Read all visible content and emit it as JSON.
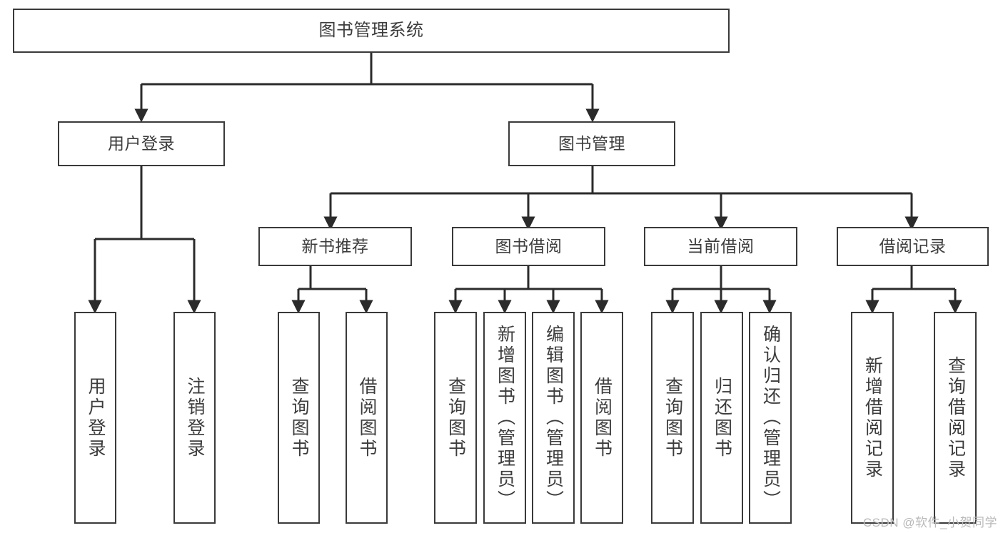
{
  "title": "图书管理系统",
  "watermark": "CSDN @软件_小贺同学",
  "colors": {
    "background": "#ffffff",
    "node_border": "#3a3a3a",
    "node_fill": "#ffffff",
    "edge": "#2b2b2b",
    "text": "#3c3c3c",
    "watermark": "#b9b9b9"
  },
  "nodes": {
    "root": {
      "label": "图书管理系统"
    },
    "level1": [
      {
        "label": "用户登录"
      },
      {
        "label": "图书管理"
      }
    ],
    "level2": [
      {
        "label": "新书推荐"
      },
      {
        "label": "图书借阅"
      },
      {
        "label": "当前借阅"
      },
      {
        "label": "借阅记录"
      }
    ],
    "leaves": {
      "user_login": [
        {
          "label": "用户登录"
        },
        {
          "label": "注销登录"
        }
      ],
      "new_book_recommend": [
        {
          "label": "查询图书"
        },
        {
          "label": "借阅图书"
        }
      ],
      "book_borrow": [
        {
          "label": "查询图书"
        },
        {
          "label": "新增图书（管理员）"
        },
        {
          "label": "编辑图书（管理员）"
        },
        {
          "label": "借阅图书"
        }
      ],
      "current_borrow": [
        {
          "label": "查询图书"
        },
        {
          "label": "归还图书"
        },
        {
          "label": "确认归还（管理员）"
        }
      ],
      "borrow_records": [
        {
          "label": "新增借阅记录"
        },
        {
          "label": "查询借阅记录"
        }
      ]
    }
  }
}
